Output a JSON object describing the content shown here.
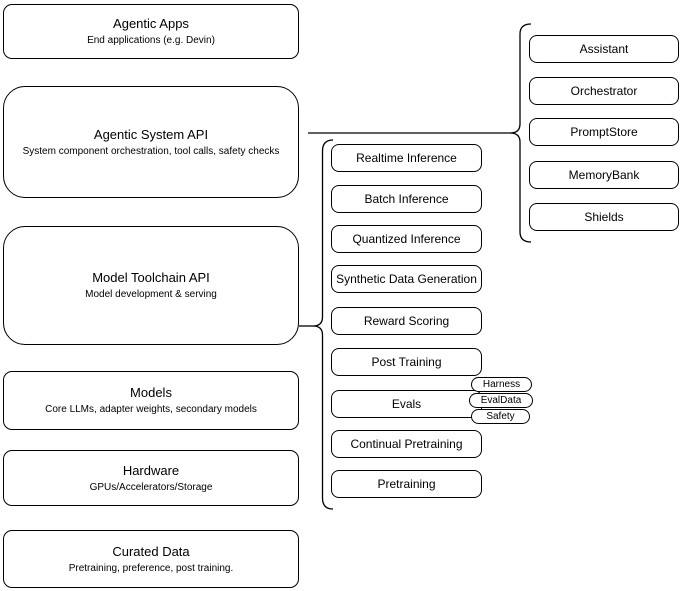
{
  "left_stack": [
    {
      "title": "Agentic Apps",
      "subtitle": "End applications (e.g. Devin)"
    },
    {
      "title": "Agentic System API",
      "subtitle": "System component orchestration, tool calls, safety checks"
    },
    {
      "title": "Model Toolchain API",
      "subtitle": "Model development & serving"
    },
    {
      "title": "Models",
      "subtitle": "Core LLMs, adapter weights, secondary models"
    },
    {
      "title": "Hardware",
      "subtitle": "GPUs/Accelerators/Storage"
    },
    {
      "title": "Curated Data",
      "subtitle": "Pretraining, preference, post training."
    }
  ],
  "toolchain_services": [
    "Realtime Inference",
    "Batch Inference",
    "Quantized Inference",
    "Synthetic Data Generation",
    "Reward Scoring",
    "Post Training",
    "Evals",
    "Continual Pretraining",
    "Pretraining"
  ],
  "evals_tags": [
    "Harness",
    "EvalData",
    "Safety"
  ],
  "system_components": [
    "Assistant",
    "Orchestrator",
    "PromptStore",
    "MemoryBank",
    "Shields"
  ],
  "colors": {
    "stroke": "#000000",
    "node_fill": "#ffffff",
    "background": "#ffffff",
    "text": "#000000"
  }
}
